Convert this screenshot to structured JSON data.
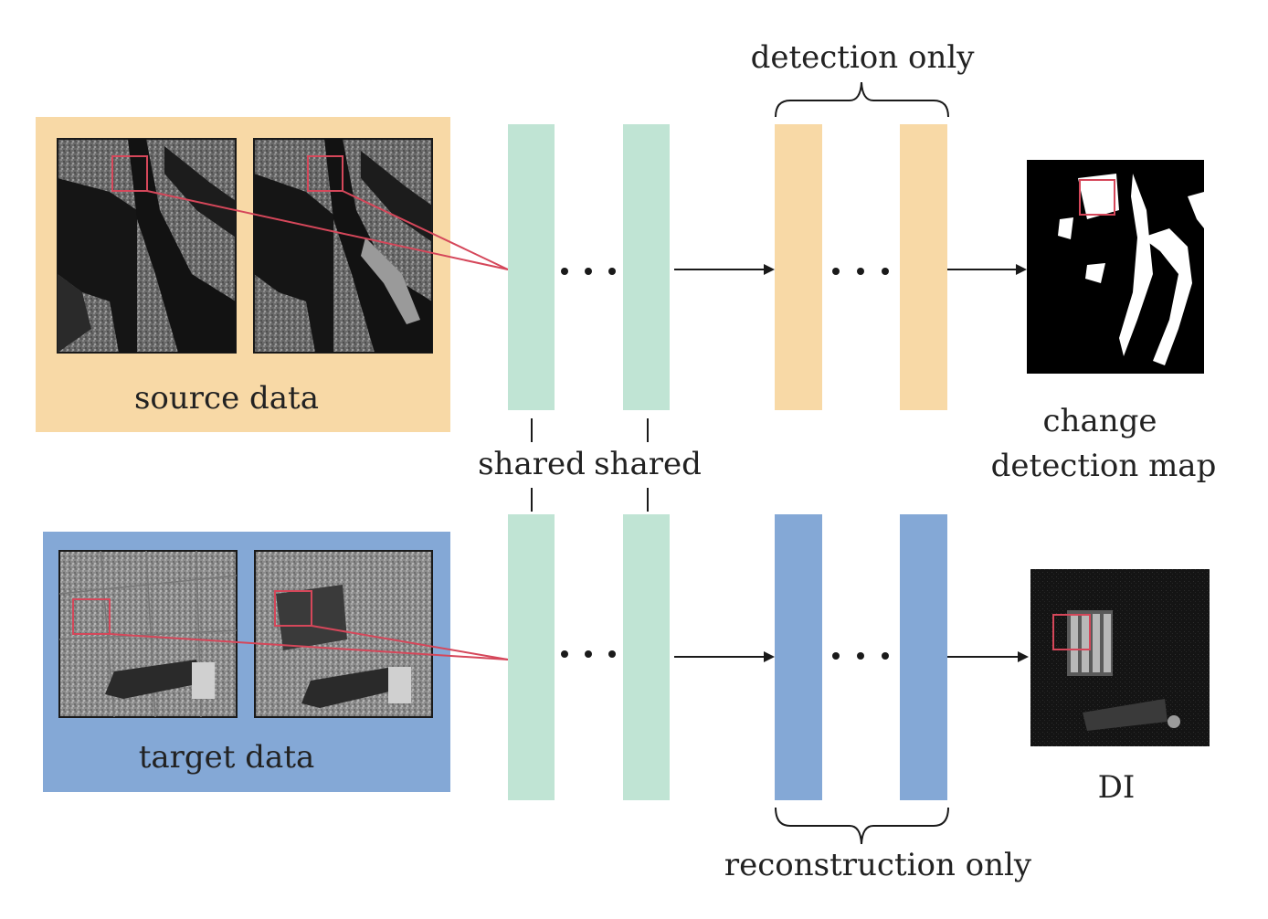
{
  "labels": {
    "detection_only": "detection only",
    "reconstruction_only": "reconstruction only",
    "source_data": "source data",
    "target_data": "target data",
    "shared_1": "shared",
    "shared_2": "shared",
    "change_map_line1": "change",
    "change_map_line2": "detection map",
    "di": "DI"
  },
  "colors": {
    "source_panel": "#f8d9a6",
    "target_panel": "#84a8d6",
    "shared_layer": "#c0e4d4",
    "detection_layer": "#f8d9a6",
    "reconstruction_layer": "#84a8d6",
    "highlight_box": "#d5475a",
    "arrow": "#1a1a1a"
  }
}
